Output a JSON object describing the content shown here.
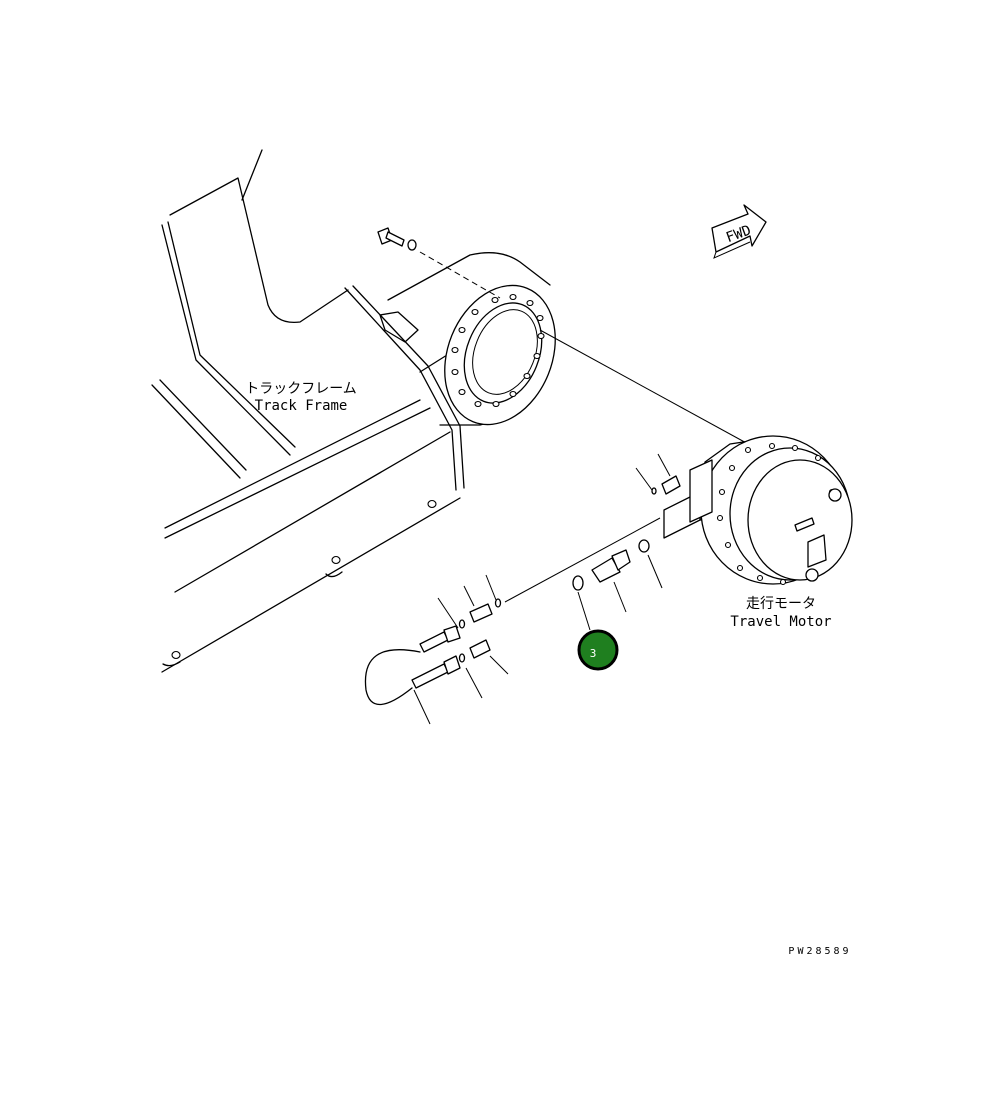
{
  "labels": {
    "track_frame_jp": "トラックフレーム",
    "track_frame_en": "Track Frame",
    "travel_motor_jp": "走行モータ",
    "travel_motor_en": "Travel Motor",
    "fwd_arrow": "FWD",
    "drawing_id": "PW28589"
  },
  "callouts": [
    {
      "number": "3",
      "fill": "#1f7f1f",
      "border": "#000000",
      "text_color": "#ffffff"
    }
  ]
}
